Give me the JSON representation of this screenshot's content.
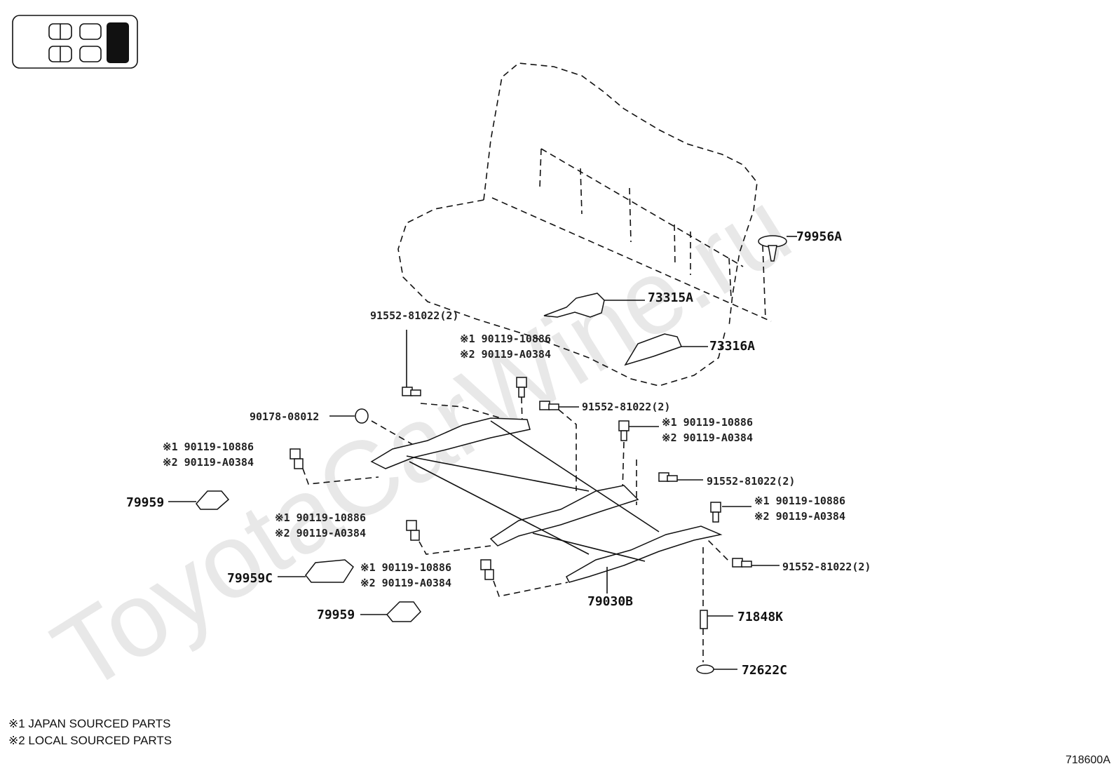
{
  "watermark": "ToyotaCarWine.ru",
  "view_indicator": {
    "icon": "vehicle-seat-position-icon"
  },
  "labels": {
    "p79956A": "79956A",
    "p73315A": "73315A",
    "p73316A": "73316A",
    "p91552_a": "91552-81022(2)",
    "p90119_top_1": "※1 90119-10886",
    "p90119_top_2": "※2 90119-A0384",
    "p91552_b": "91552-81022(2)",
    "p90178": "90178-08012",
    "p90119_right_1": "※1 90119-10886",
    "p90119_right_2": "※2 90119-A0384",
    "p90119_left_1": "※1 90119-10886",
    "p90119_left_2": "※2 90119-A0384",
    "p91552_c": "91552-81022(2)",
    "p79959_a": "79959",
    "p90119_fr_1": "※1 90119-10886",
    "p90119_fr_2": "※2 90119-A0384",
    "p90119_ml_1": "※1 90119-10886",
    "p90119_ml_2": "※2 90119-A0384",
    "p91552_d": "91552-81022(2)",
    "p79959C": "79959C",
    "p90119_bl_1": "※1 90119-10886",
    "p90119_bl_2": "※2 90119-A0384",
    "p79030B": "79030B",
    "p71848K": "71848K",
    "p79959_b": "79959",
    "p72622C": "72622C"
  },
  "notes": {
    "japan": "※1 JAPAN SOURCED PARTS",
    "local": "※2 LOCAL SOURCED PARTS"
  },
  "diagram_code": "718600A"
}
